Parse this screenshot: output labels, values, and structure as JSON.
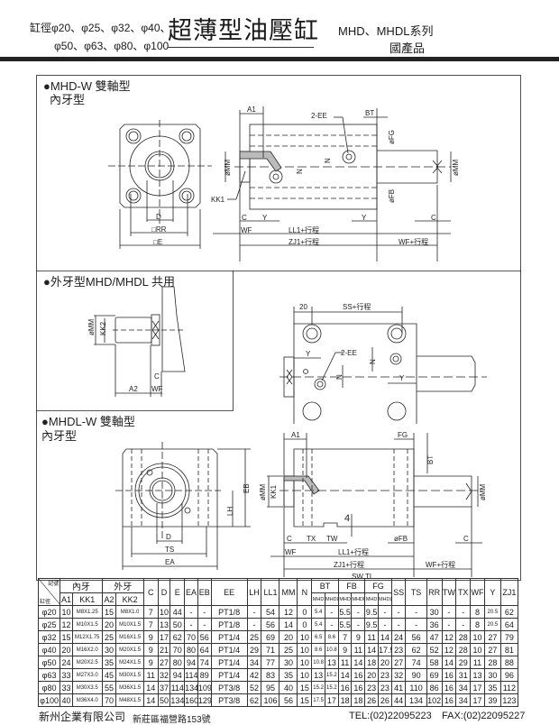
{
  "header": {
    "bore_line1": "缸徑φ20、φ25、φ32、φ40、",
    "bore_line2": "φ50、φ63、φ80、φ100",
    "title": "超薄型油壓缸",
    "series": "MHD、MHDL系列",
    "origin": "國產品"
  },
  "sections": {
    "s1_title": "●MHD-W 雙軸型",
    "s1_sub": "內牙型",
    "s2_title": "●外牙型MHD/MHDL 共用",
    "s3_title": "●MHDL-W 雙軸型",
    "s3_sub": "內牙型"
  },
  "drawing_labels": {
    "d1": {
      "D": "D",
      "RR": "□RR",
      "E": "□E",
      "A1": "A1",
      "EE": "2-EE",
      "BT": "BT",
      "FG": "øFG",
      "MM": "øMM",
      "MM2": "øMM",
      "N1": "N",
      "N2": "N",
      "KK1": "KK1",
      "FB": "øFB",
      "C1": "C",
      "Y1": "Y",
      "Y2": "Y",
      "C2": "C",
      "WF": "WF",
      "LL1": "LL1+行程",
      "ZJ1": "ZJ1+行程",
      "WF2": "WF+行程"
    },
    "d2": {
      "MM": "øMM",
      "KK2": "KK2",
      "C": "C",
      "A2": "A2",
      "WF": "WF"
    },
    "d2r": {
      "t20": "20",
      "SS": "SS+行程",
      "EE": "2-EE",
      "Y1": "Y",
      "N1": "N",
      "N2": "N",
      "Y2": "Y"
    },
    "d3": {
      "EB": "EB",
      "LH": "LH",
      "D": "D",
      "TS": "TS",
      "EA": "EA",
      "A1": "A1",
      "FG": "FG",
      "BT": "BT",
      "MM": "øMM",
      "KK1": "KK1",
      "MM2": "øMM",
      "four": "4",
      "C1": "C",
      "TX": "TX",
      "TW": "TW",
      "FB": "øFB",
      "C2": "C",
      "WF": "WF",
      "LL1": "LL1+行程",
      "ZJ1": "ZJ1+行程",
      "WF2": "WF+行程",
      "SWTL": "SW TL"
    }
  },
  "table": {
    "corner_top": "記號",
    "corner_bottom": "缸徑",
    "group_inner": "內牙",
    "group_outer": "外牙",
    "group_bt": "BT",
    "group_fb": "FB",
    "group_fg": "FG",
    "sub_mhd": "MHD",
    "sub_mhdl": "MHDL",
    "cols": {
      "A1": "A1",
      "KK1": "KK1",
      "A2": "A2",
      "KK2": "KK2",
      "C": "C",
      "D": "D",
      "E": "E",
      "EA": "EA",
      "EB": "EB",
      "EE": "EE",
      "LH": "LH",
      "LL1": "LL1",
      "MM": "MM",
      "N": "N",
      "SS": "SS",
      "TS": "TS",
      "RR": "RR",
      "TW": "TW",
      "TX": "TX",
      "WF": "WF",
      "Y": "Y",
      "ZJ1": "ZJ1"
    },
    "rows": [
      [
        "φ20",
        "10",
        "M8X1.25",
        "15",
        "M8X1.0",
        "7",
        "10",
        "44",
        "-",
        "-",
        "PT1/8",
        "-",
        "54",
        "12",
        "0",
        "5.4",
        "-",
        "5.5",
        "-",
        "9.5",
        "-",
        "-",
        "-",
        "30",
        "-",
        "-",
        "8",
        "20.5",
        "62"
      ],
      [
        "φ25",
        "12",
        "M10X1.5",
        "20",
        "M10X1.5",
        "7",
        "13",
        "50",
        "-",
        "-",
        "PT1/8",
        "-",
        "56",
        "14",
        "0",
        "5.4",
        "-",
        "5.5",
        "-",
        "9.5",
        "-",
        "-",
        "-",
        "36",
        "-",
        "-",
        "8",
        "20.5",
        "64"
      ],
      [
        "φ32",
        "15",
        "M12X1.75",
        "25",
        "M16X1.5",
        "9",
        "17",
        "62",
        "70",
        "56",
        "PT1/4",
        "25",
        "69",
        "20",
        "10",
        "6.5",
        "8.6",
        "7",
        "9",
        "11",
        "14",
        "24",
        "56",
        "47",
        "12",
        "28",
        "10",
        "27",
        "79"
      ],
      [
        "φ40",
        "20",
        "M16X2.0",
        "30",
        "M20X1.5",
        "9",
        "21",
        "70",
        "80",
        "64",
        "PT1/4",
        "29",
        "71",
        "25",
        "10",
        "8.6",
        "10.8",
        "9",
        "11",
        "14",
        "17.5",
        "23",
        "62",
        "52",
        "12",
        "28",
        "10",
        "27",
        "81"
      ],
      [
        "φ50",
        "24",
        "M20X2.5",
        "35",
        "M24X1.5",
        "9",
        "27",
        "80",
        "94",
        "74",
        "PT1/4",
        "34",
        "77",
        "30",
        "10",
        "10.8",
        "13",
        "11",
        "14",
        "18",
        "20",
        "27",
        "74",
        "58",
        "14",
        "29",
        "11",
        "28",
        "88"
      ],
      [
        "φ63",
        "33",
        "M27X3.0",
        "45",
        "M30X1.5",
        "11",
        "32",
        "94",
        "114",
        "89",
        "PT1/4",
        "42",
        "83",
        "35",
        "10",
        "13",
        "15.2",
        "14",
        "16",
        "20",
        "23",
        "32",
        "90",
        "69",
        "16",
        "31",
        "13",
        "30",
        "96"
      ],
      [
        "φ80",
        "33",
        "M30X3.5",
        "55",
        "M36X1.5",
        "14",
        "37",
        "114",
        "134",
        "109",
        "PT3/8",
        "52",
        "95",
        "40",
        "15",
        "15.2",
        "15.2",
        "16",
        "16",
        "23",
        "23",
        "41",
        "110",
        "86",
        "16",
        "34",
        "17",
        "35",
        "112"
      ],
      [
        "φ100",
        "40",
        "M36X4.0",
        "70",
        "M48X1.5",
        "14",
        "50",
        "134",
        "160",
        "129",
        "PT3/8",
        "62",
        "106",
        "56",
        "15",
        "17.5",
        "17",
        "18",
        "18",
        "26",
        "26",
        "44",
        "134",
        "102",
        "16",
        "34",
        "17",
        "39",
        "123"
      ]
    ]
  },
  "footer": {
    "company": "新州企業有限公司",
    "address": "新莊區福營路153號",
    "tel": "TEL:(02)22095223",
    "fax": "FAX:(02)22095227"
  }
}
